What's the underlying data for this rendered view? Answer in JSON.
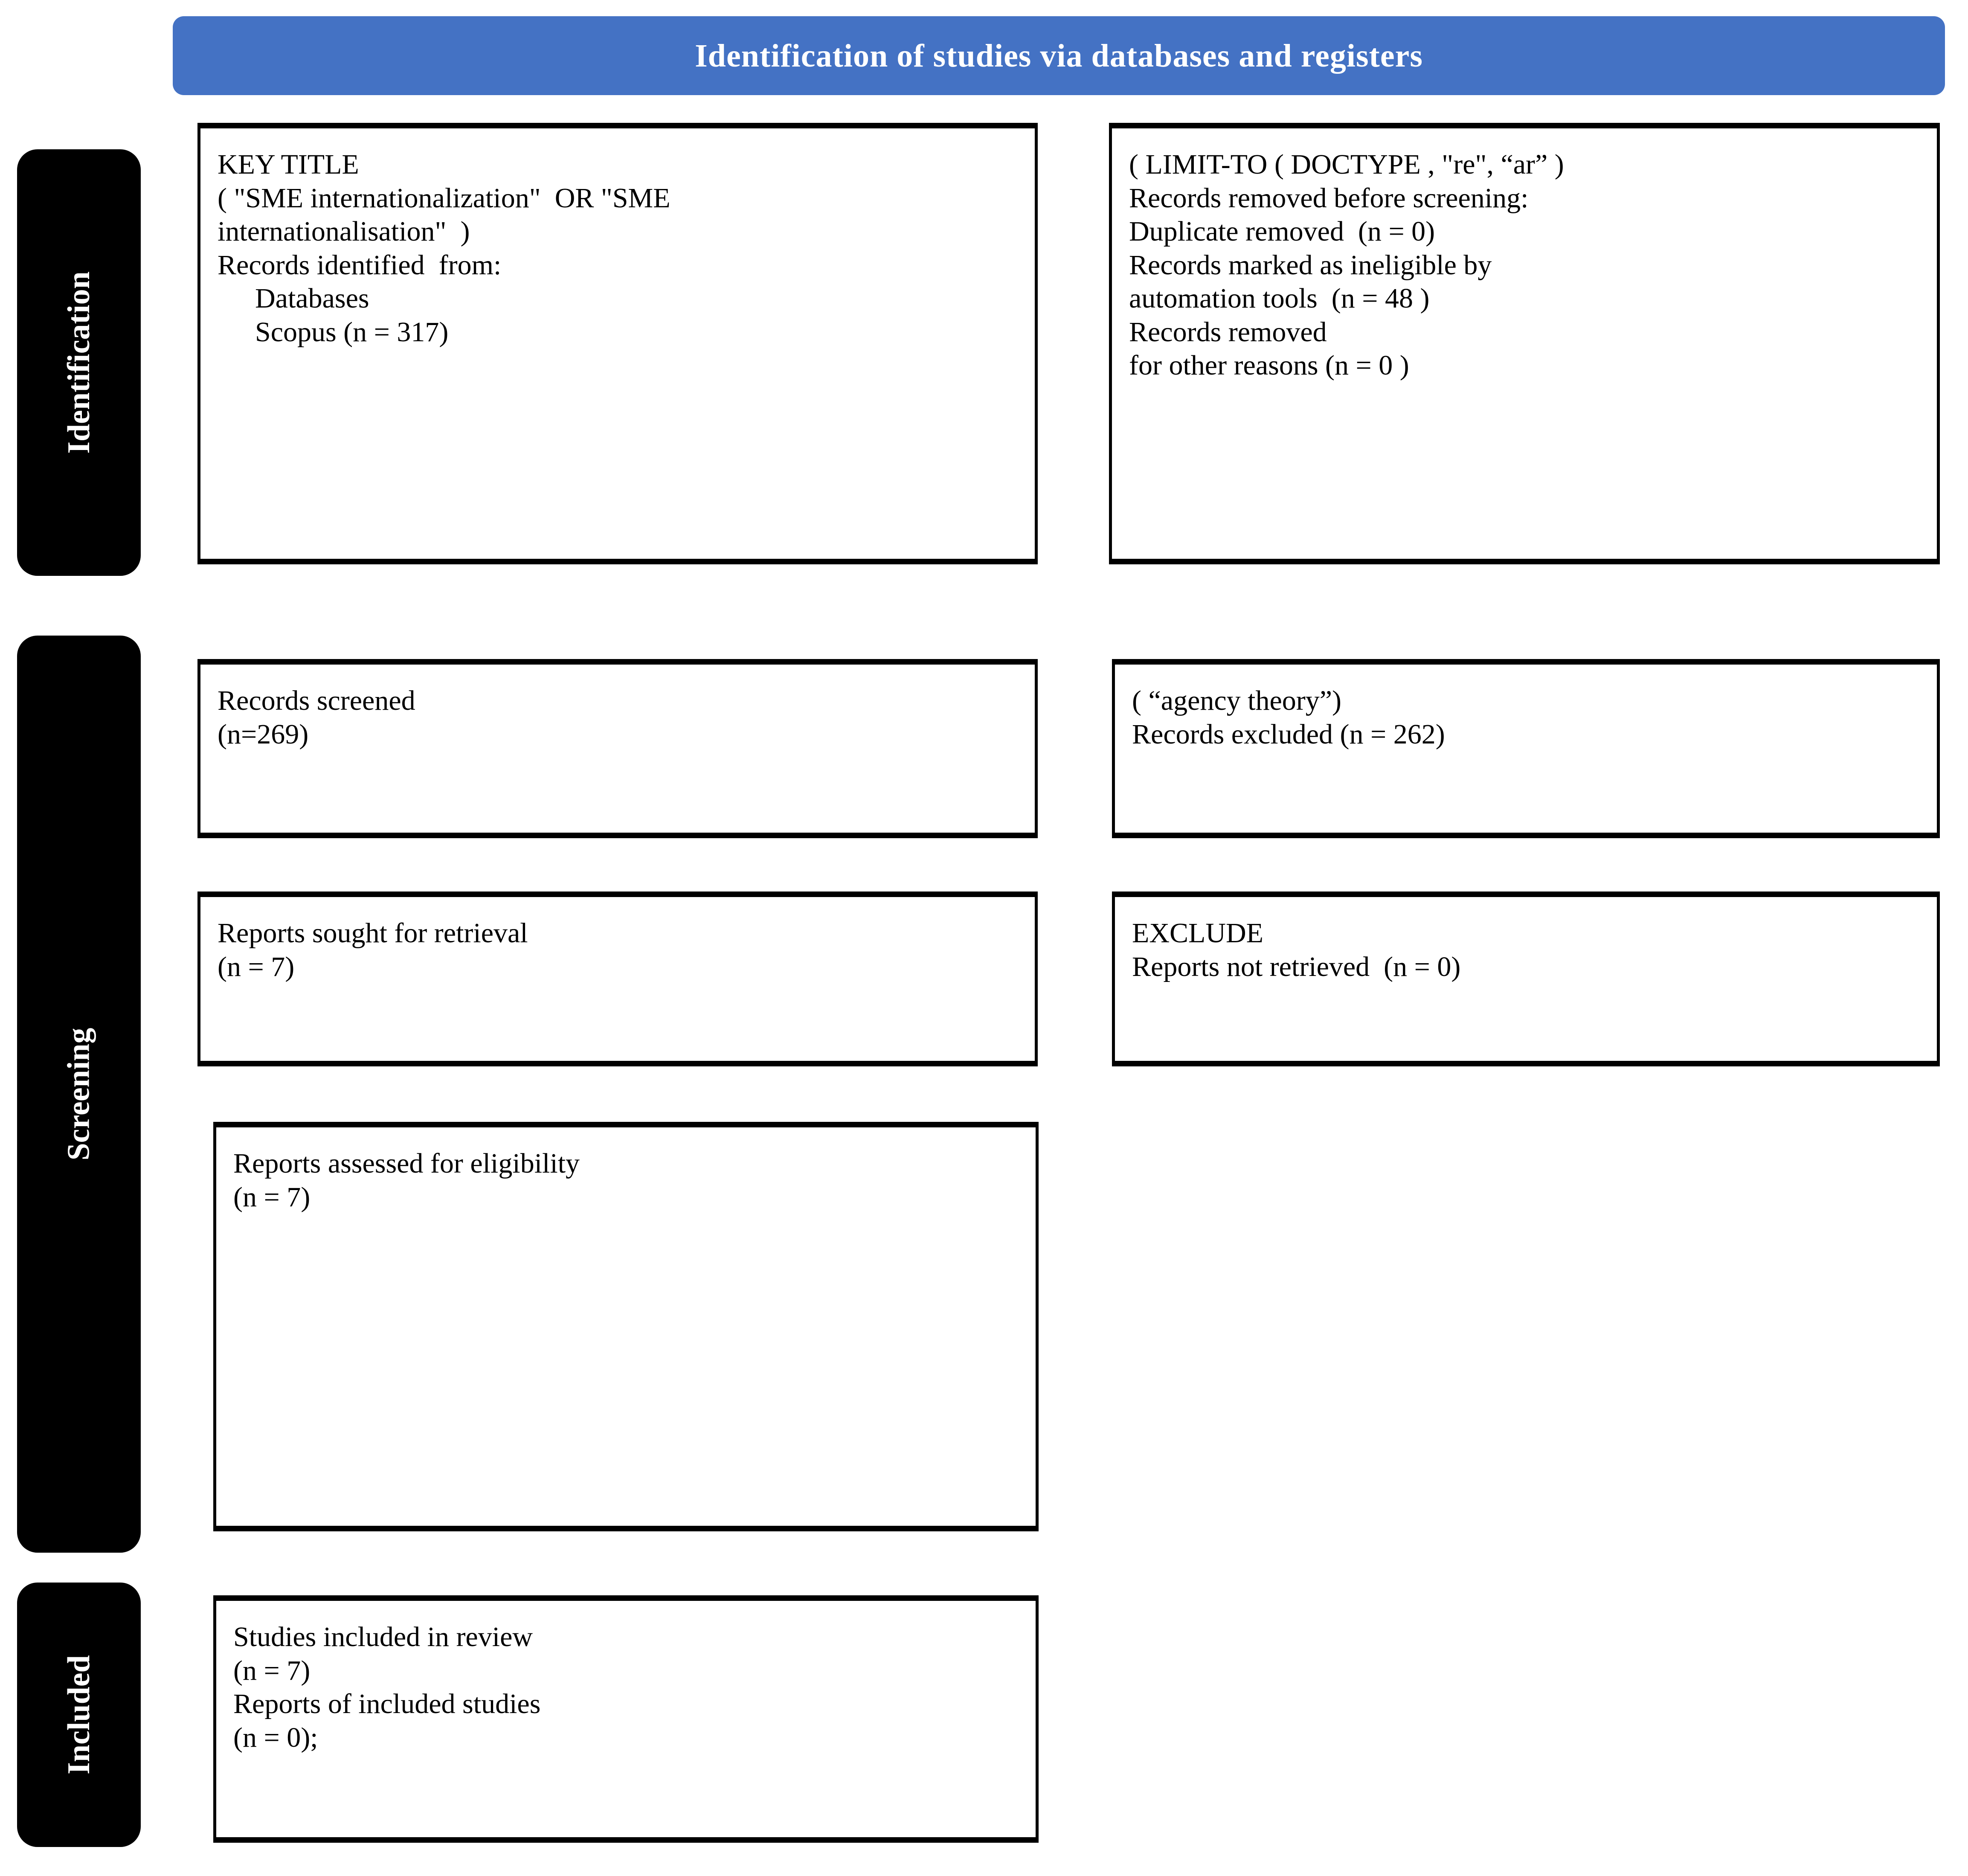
{
  "banner": {
    "title": "Identification of studies via databases and registers",
    "color": "#4472C4",
    "text_color": "#ffffff"
  },
  "stages": [
    {
      "id": "identification",
      "label": "Identification"
    },
    {
      "id": "screening",
      "label": "Screening"
    },
    {
      "id": "included",
      "label": "Included"
    }
  ],
  "boxes": {
    "identified": {
      "lines": [
        "KEY TITLE",
        "( \"SME internationalization\"  OR \"SME",
        "internationalisation\"  )",
        "Records identified  from:",
        "Databases",
        "Scopus (n = 317)"
      ]
    },
    "removed": {
      "lines": [
        "( LIMIT-TO ( DOCTYPE , \"re\", “ar” )",
        "Records removed before screening:",
        "Duplicate removed  (n = 0)",
        "Records marked as ineligible by",
        "automation tools  (n = 48 )",
        "Records removed",
        "for other reasons (n = 0 )"
      ]
    },
    "screened": {
      "lines": [
        "Records screened",
        "(n=269)"
      ]
    },
    "excluded": {
      "lines": [
        "( “agency theory”)",
        "Records excluded (n = 262)"
      ]
    },
    "sought": {
      "lines": [
        "Reports sought for retrieval",
        "(n = 7)"
      ]
    },
    "not_retrieved": {
      "lines": [
        "EXCLUDE",
        "Reports not retrieved  (n = 0)"
      ]
    },
    "assessed": {
      "lines": [
        "Reports assessed for eligibility",
        "(n = 7)"
      ]
    },
    "included": {
      "lines": [
        "Studies included in review",
        "(n = 7)",
        "Reports of included studies",
        "(n = 0);"
      ]
    }
  },
  "chart_data": {
    "type": "diagram",
    "title": "Identification of studies via databases and registers",
    "nodes": [
      {
        "stage": "Identification",
        "side": "left",
        "label": "Records identified from: Databases Scopus",
        "n": 317
      },
      {
        "stage": "Identification",
        "side": "right",
        "label": "Duplicate removed",
        "n": 0
      },
      {
        "stage": "Identification",
        "side": "right",
        "label": "Records marked as ineligible by automation tools",
        "n": 48
      },
      {
        "stage": "Identification",
        "side": "right",
        "label": "Records removed for other reasons",
        "n": 0
      },
      {
        "stage": "Screening",
        "side": "left",
        "label": "Records screened",
        "n": 269
      },
      {
        "stage": "Screening",
        "side": "right",
        "label": "Records excluded",
        "n": 262
      },
      {
        "stage": "Screening",
        "side": "left",
        "label": "Reports sought for retrieval",
        "n": 7
      },
      {
        "stage": "Screening",
        "side": "right",
        "label": "Reports not retrieved",
        "n": 0
      },
      {
        "stage": "Screening",
        "side": "left",
        "label": "Reports assessed for eligibility",
        "n": 7
      },
      {
        "stage": "Included",
        "side": "left",
        "label": "Studies included in review",
        "n": 7
      },
      {
        "stage": "Included",
        "side": "left",
        "label": "Reports of included studies",
        "n": 0
      }
    ]
  }
}
